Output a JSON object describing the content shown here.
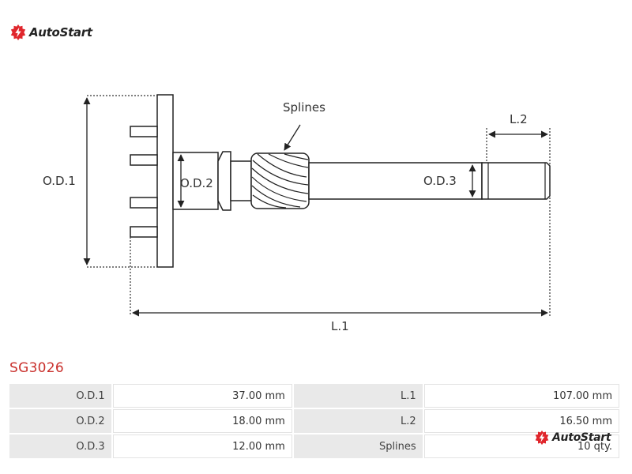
{
  "brand": {
    "name": "AutoStart",
    "accent_color": "#e0262c",
    "logo_icon": "autostart-gear-icon"
  },
  "drawing": {
    "labels": {
      "od1": "O.D.1",
      "od2": "O.D.2",
      "od3": "O.D.3",
      "l1": "L.1",
      "l2": "L.2",
      "splines": "Splines"
    }
  },
  "part": {
    "code": "SG3026",
    "code_color": "#c9302c"
  },
  "specs": {
    "rows": [
      {
        "label_a": "O.D.1",
        "value_a": "37.00 mm",
        "label_b": "L.1",
        "value_b": "107.00 mm"
      },
      {
        "label_a": "O.D.2",
        "value_a": "18.00 mm",
        "label_b": "L.2",
        "value_b": "16.50 mm"
      },
      {
        "label_a": "O.D.3",
        "value_a": "12.00 mm",
        "label_b": "Splines",
        "value_b": "10 qty."
      }
    ]
  }
}
